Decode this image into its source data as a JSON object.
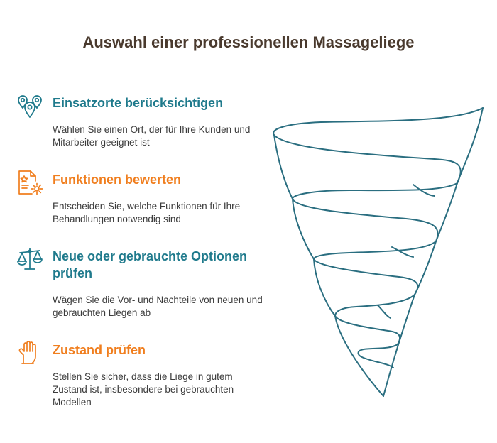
{
  "title": "Auswahl einer professionellen Massageliege",
  "colors": {
    "teal": "#1f7a8c",
    "orange": "#f07e1e",
    "title": "#4a3a2e",
    "text": "#3b3b3b",
    "funnel_stroke": "#2a6e80"
  },
  "items": [
    {
      "icon": "location-pins-icon",
      "color": "#1f7a8c",
      "heading": "Einsatzorte berücksichtigen",
      "description": "Wählen Sie einen Ort, der für Ihre Kunden und Mitarbeiter geeignet ist"
    },
    {
      "icon": "document-gear-icon",
      "color": "#f07e1e",
      "heading": "Funktionen bewerten",
      "description": "Entscheiden Sie, welche Funktionen für Ihre Behandlungen notwendig sind"
    },
    {
      "icon": "scales-icon",
      "color": "#1f7a8c",
      "heading": "Neue oder gebrauchte Optionen prüfen",
      "description": "Wägen Sie die Vor- und Nachteile von neuen und gebrauchten Liegen ab"
    },
    {
      "icon": "hand-icon",
      "color": "#f07e1e",
      "heading": "Zustand prüfen",
      "description": "Stellen Sie sicher, dass die Liege in gutem Zustand ist, insbesondere bei gebrauchten Modellen"
    }
  ]
}
